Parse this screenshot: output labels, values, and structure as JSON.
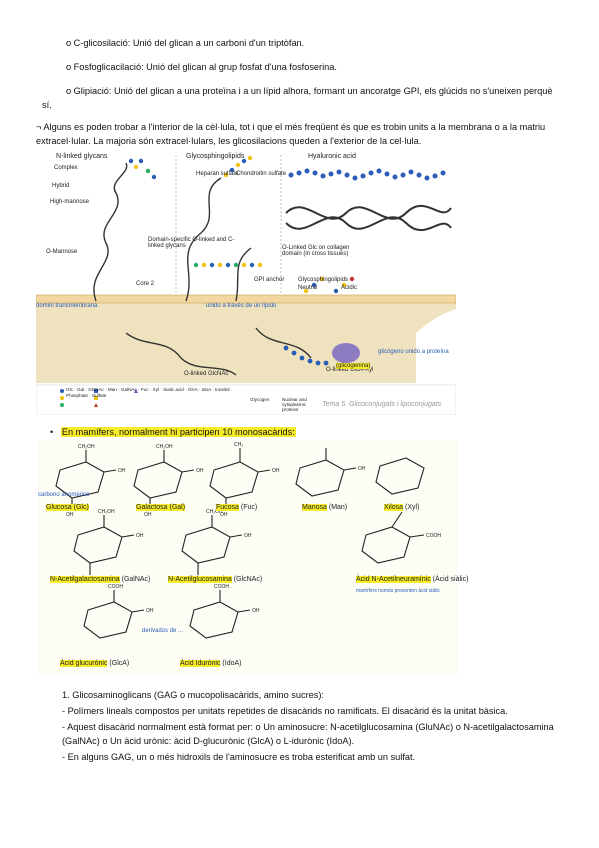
{
  "bullets_top": [
    "o C-glicosilació: Unió del glican a un carboni d'un triptòfan.",
    "o Fosfoglicacilació: Unió del glican al grup fosfat d'una fosfoserina.",
    "o Glipiació: Unió del glican a una proteïna i a un lípid alhora, formant un ancoratge GPI, els glúcids no s'uneixen perquè sí."
  ],
  "paragraph": "¬ Alguns es poden trobar a l'interior de la cèl·lula, tot i que el més freqüent és que es trobin units a la membrana o a la matriu extracel·lular. La majoria són extracel·lulars, les glicosilacions queden a l'exterior de la cel·lula.",
  "figure1": {
    "panel_titles": [
      "N-linked glycans",
      "Glycosphingolipids",
      "Hyaluronic acid"
    ],
    "labels": [
      "Complex",
      "Hybrid",
      "High-mannose",
      "Heparan sulfate",
      "Chondroitin sulfate",
      "Domain-specific O-linked and C-linked glycans",
      "O-Mannose",
      "O-Linked Glc on collagen domain (in cross tissues)",
      "Glycosphingolipids",
      "Neutral",
      "Acidic",
      "Core 2",
      "GPI anchor",
      "O-linked GlcNAc",
      "O-linked GlcA-Xyl"
    ],
    "annotations": [
      "domini transmembrana",
      "unido a través de un lípido",
      "glicógeno unido a proteína",
      "(glicogenina)"
    ],
    "legend": [
      "Glc",
      "Gal",
      "GlcNAc",
      "Man",
      "GalNAc",
      "Fuc",
      "Xyl",
      "Sialic acid",
      "GlcA",
      "IdoA",
      "Inositol",
      "Phosphate",
      "Sulfate",
      "Glycogen",
      "Nuclear and cytoplasmic proteins"
    ],
    "caption": "Tema 5. Glicoconjugats i lipoconjugats"
  },
  "highlight_bullet": "En mamífers, normalment hi participen 10 monosacàrids:",
  "sugars_row1": [
    {
      "name": "Glucosa",
      "abbr": "(Glc)"
    },
    {
      "name": "Galactosa",
      "abbr": "(Gal)"
    },
    {
      "name": "Fucosa",
      "abbr": "(Fuc)"
    },
    {
      "name": "Manosa",
      "abbr": "(Man)"
    },
    {
      "name": "Xilosa",
      "abbr": "(Xyl)"
    }
  ],
  "glc_note": "carbono anomérico",
  "sugars_row2": [
    {
      "name": "N-Acetilgalactosamina",
      "abbr": "(GalNAc)"
    },
    {
      "name": "N-Acetilglucosamina",
      "abbr": "(GlcNAc)"
    },
    {
      "name": "Àcid N-Acetilneuramínic",
      "abbr": "(Àcid siàlic)"
    }
  ],
  "sialic_note": "mamífers només presenten àcid siàlic",
  "sugars_row3": [
    {
      "name": "Àcid glucurònic",
      "abbr": "(GlcA)"
    },
    {
      "name": "Àcid Idurònic",
      "abbr": "(IdoA)"
    }
  ],
  "derived_note": "derivados de ...",
  "gag": {
    "heading": "1.   Glicosaminoglicans (GAG o mucopolisacàrids, amino sucres):",
    "items": [
      "-      Polímers lineals compostos per unitats repetides de disacàrids no ramificats. El disacàrid és la unitat bàsica.",
      "-      Aquest disacàrid normalment està format per: o Un aminosucre: N-acetilglucosamina (GluNAc) o N-acetilgalactosamina (GalNAc) o Un àcid urònic: àcid D-glucurònic (GlcA) o L-idurònic (IdoA).",
      "-      En alguns GAG, un o més hidroxils de l'aminosucre es troba esterificat amb un sulfat."
    ]
  },
  "colors": {
    "highlight": "#f7ec2a",
    "annotation_blue": "#2a5db8",
    "membrane_tan": "#efe3bf"
  }
}
